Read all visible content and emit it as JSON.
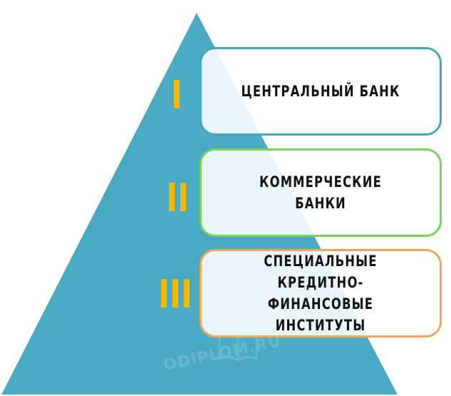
{
  "colors": {
    "pyramid": "#4aaac3",
    "tier1_border": "#4aa3bf",
    "tier2_border": "#7dd35a",
    "tier3_border": "#eea65a",
    "numeral": "#f5b800"
  },
  "tiers": [
    {
      "numeral": "I",
      "label": "ЦЕНТРАЛЬНЫЙ БАНК"
    },
    {
      "numeral": "II",
      "label": "КОММЕРЧЕСКИЕ БАНКИ"
    },
    {
      "numeral": "III",
      "label": "СПЕЦИАЛЬНЫЕ КРЕДИТНО-\nФИНАНСОВЫЕ ИНСТИТУТЫ"
    }
  ],
  "watermark": {
    "text": "ODIPLOM.RU",
    "icon": "book-icon"
  }
}
